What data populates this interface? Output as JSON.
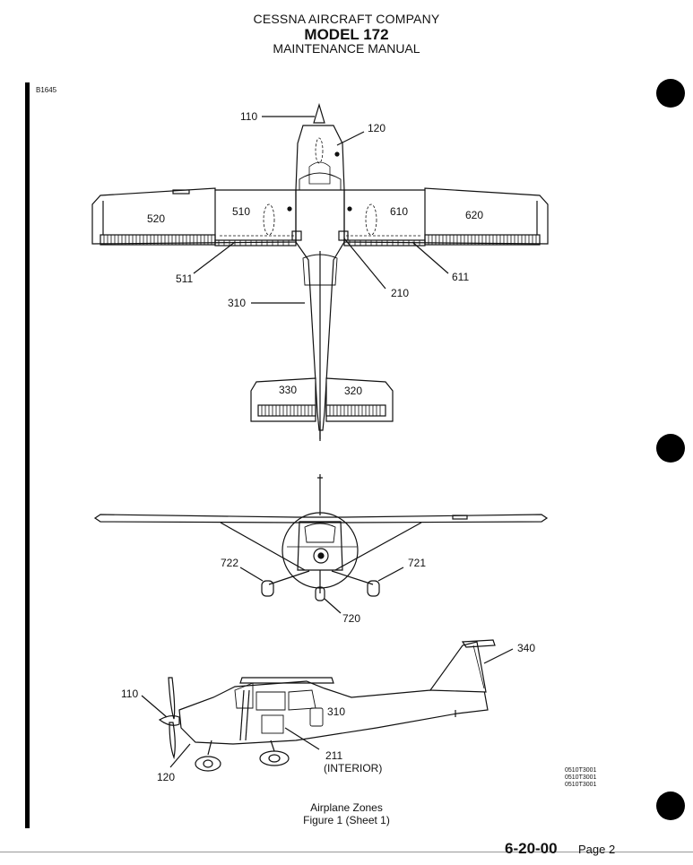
{
  "header": {
    "company": "CESSNA AIRCRAFT COMPANY",
    "model": "MODEL 172",
    "manual": "MAINTENANCE MANUAL"
  },
  "figure_id": "B1645",
  "zones": {
    "top_view": {
      "z110": "110",
      "z120": "120",
      "z520": "520",
      "z510": "510",
      "z610": "610",
      "z620": "620",
      "z511": "511",
      "z611": "611",
      "z210": "210",
      "z310": "310",
      "z330": "330",
      "z320": "320"
    },
    "front_view": {
      "z722": "722",
      "z721": "721",
      "z720": "720"
    },
    "side_view": {
      "z340": "340",
      "z110": "110",
      "z310": "310",
      "z211": "211",
      "interior": "(INTERIOR)",
      "z120": "120"
    }
  },
  "drawing_codes": [
    "0510T3001",
    "0510T3001",
    "0510T3001"
  ],
  "caption": {
    "title": "Airplane Zones",
    "figure": "Figure 1 (Sheet 1)"
  },
  "footer": {
    "section": "6-20-00",
    "page": "Page 2"
  }
}
